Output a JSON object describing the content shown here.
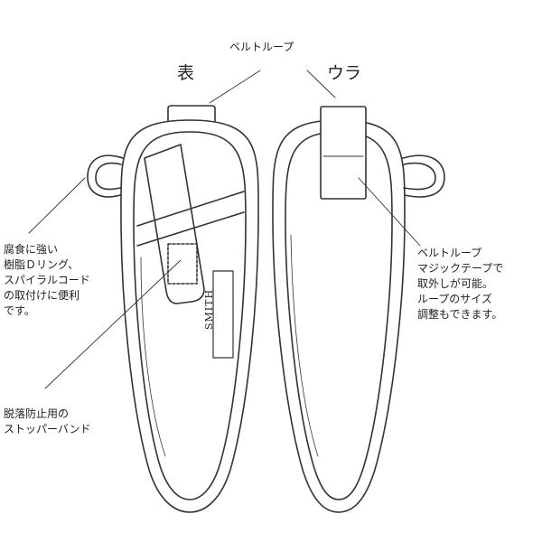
{
  "labels": {
    "belt_loop_top": "ベルトループ",
    "front": "表",
    "back": "ウラ",
    "d_ring_note": "腐食に強い\n樹脂Ｄリング、\nスパイラルコード\nの取付けに便利\nです。",
    "belt_loop_note": "ベルトループ\nマジックテープで\n取外しが可能。\nループのサイズ\n調整もできます。",
    "stopper_note": "脱落防止用の\nストッパーバンド"
  },
  "brand_text": "SMITH",
  "colors": {
    "line": "#333333",
    "fill": "#ffffff",
    "text": "#222222"
  }
}
